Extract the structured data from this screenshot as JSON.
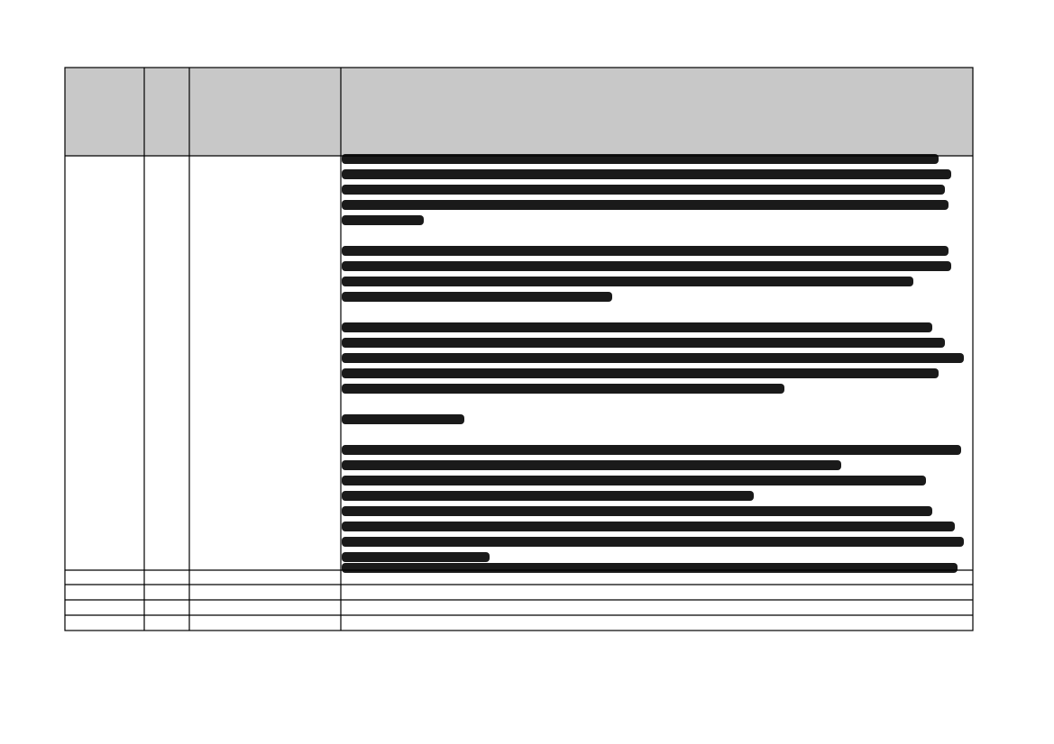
{
  "document": {
    "header_row": {
      "background": "#c8c8c8"
    },
    "redaction": {
      "color": "#1a1a1a"
    },
    "rule_color": "#000000",
    "columns": [
      {
        "header": ""
      },
      {
        "header": ""
      },
      {
        "header": ""
      },
      {
        "header": ""
      }
    ],
    "rows": [
      {
        "cells": [
          "",
          "",
          ""
        ],
        "redacted_paragraphs": [
          {
            "lines": [
              0.95,
              0.97,
              0.96,
              0.965,
              0.13
            ]
          },
          {
            "lines": [
              0.965,
              0.97,
              0.91,
              0.43
            ]
          },
          {
            "lines": [
              0.94,
              0.96,
              0.99,
              0.95,
              0.705
            ]
          },
          {
            "lines": [
              0.195
            ]
          },
          {
            "lines": [
              0.985,
              0.795,
              0.93,
              0.655,
              0.94,
              0.975,
              0.99,
              0.235
            ]
          }
        ]
      },
      {
        "cells": [
          "",
          "",
          "",
          ""
        ],
        "redacted_paragraphs": [
          {
            "lines": [
              0.98
            ]
          }
        ]
      },
      {
        "cells": [
          "",
          "",
          "",
          ""
        ]
      },
      {
        "cells": [
          "",
          "",
          "",
          ""
        ]
      },
      {
        "cells": [
          "",
          "",
          "",
          ""
        ]
      }
    ]
  }
}
